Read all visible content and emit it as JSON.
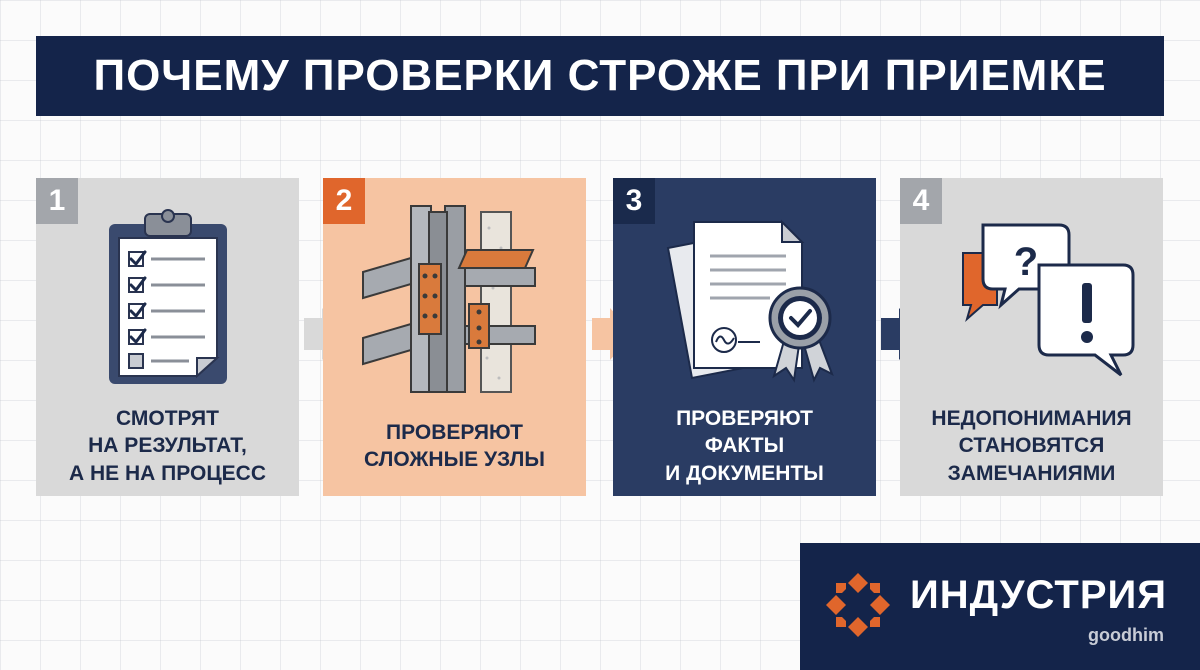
{
  "header": {
    "title": "ПОЧЕМУ ПРОВЕРКИ СТРОЖЕ ПРИ ПРИЕМКЕ"
  },
  "steps": [
    {
      "number": "1",
      "label": "СМОТРЯТ\nНА РЕЗУЛЬТАТ,\nА НЕ НА ПРОЦЕСС",
      "icon": "clipboard-checklist-icon"
    },
    {
      "number": "2",
      "label": "ПРОВЕРЯЮТ\nСЛОЖНЫЕ УЗЛЫ",
      "icon": "steel-joint-icon"
    },
    {
      "number": "3",
      "label": "ПРОВЕРЯЮТ\nФАКТЫ\nИ ДОКУМЕНТЫ",
      "icon": "documents-seal-icon"
    },
    {
      "number": "4",
      "label": "НЕДОПОНИМАНИЯ\nСТАНОВЯТСЯ\nЗАМЕЧАНИЯМИ",
      "icon": "speech-bubbles-icon"
    }
  ],
  "brand": {
    "name": "ИНДУСТРИЯ",
    "sub": "goodhim"
  },
  "colors": {
    "navy": "#14244a",
    "accent_orange": "#e0662c",
    "peach": "#f6c4a2",
    "gray_card": "#d9d9d9",
    "gray_badge": "#a3a6ab"
  }
}
